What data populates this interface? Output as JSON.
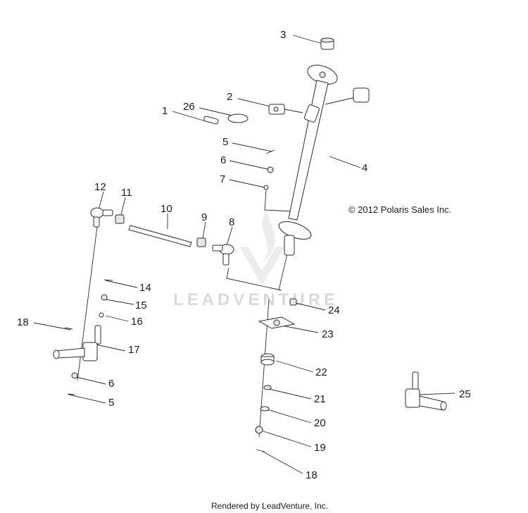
{
  "copyright": "© 2012 Polaris Sales Inc.",
  "watermark": "LEADVENTURE",
  "footer": "Rendered by LeadVenture, Inc.",
  "callouts": {
    "c1": "1",
    "c2": "2",
    "c3": "3",
    "c4": "4",
    "c5a": "5",
    "c5b": "5",
    "c6a": "6",
    "c6b": "6",
    "c7": "7",
    "c8": "8",
    "c9": "9",
    "c10": "10",
    "c11": "11",
    "c12": "12",
    "c14": "14",
    "c15": "15",
    "c16": "16",
    "c17": "17",
    "c18a": "18",
    "c18b": "18",
    "c19": "19",
    "c20": "20",
    "c21": "21",
    "c22": "22",
    "c23": "23",
    "c24": "24",
    "c25": "25",
    "c26": "26"
  }
}
